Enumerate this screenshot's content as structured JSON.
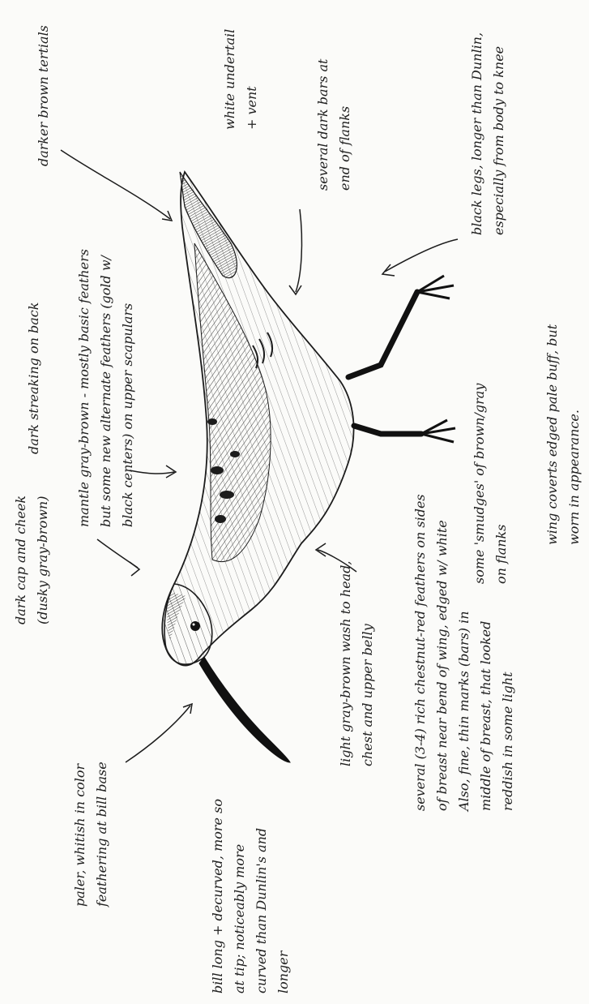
{
  "notes": {
    "tertials": [
      "darker brown tertials"
    ],
    "undertail": [
      "white undertail",
      "+ vent"
    ],
    "flank_bars": [
      "several dark bars at",
      "end of flanks"
    ],
    "legs": [
      "black legs, longer than Dunlin,",
      "especially from body to knee"
    ],
    "wing_coverts": [
      "wing coverts edged pale buff, but",
      "worn in appearance."
    ],
    "back": [
      "dark streaking on back"
    ],
    "mantle": [
      "mantle gray-brown - mostly basic feathers",
      "but some new alternate feathers (gold w/",
      "black centers) on upper scapulars"
    ],
    "smudges": [
      "some 'smudges' of brown/gray",
      "on flanks"
    ],
    "cap": [
      "dark cap and cheek",
      "(dusky gray-brown)"
    ],
    "chest": [
      "light gray-brown wash to head,",
      "chest and upper belly"
    ],
    "chestnut": [
      "several (3-4) rich chestnut-red feathers on sides",
      "of breast near bend of wing, edged w/ white",
      "Also, fine, thin marks (bars) in",
      "middle of breast, that looked",
      "reddish in some light"
    ],
    "base": [
      "paler, whitish in color",
      "feathering at bill base"
    ],
    "bill": [
      "bill long + decurved, more so",
      "at tip; noticeably more",
      "curved than Dunlin's and",
      "longer"
    ]
  },
  "colors": {
    "ink": "#1c1c1c",
    "paper": "#fbfbf9"
  }
}
